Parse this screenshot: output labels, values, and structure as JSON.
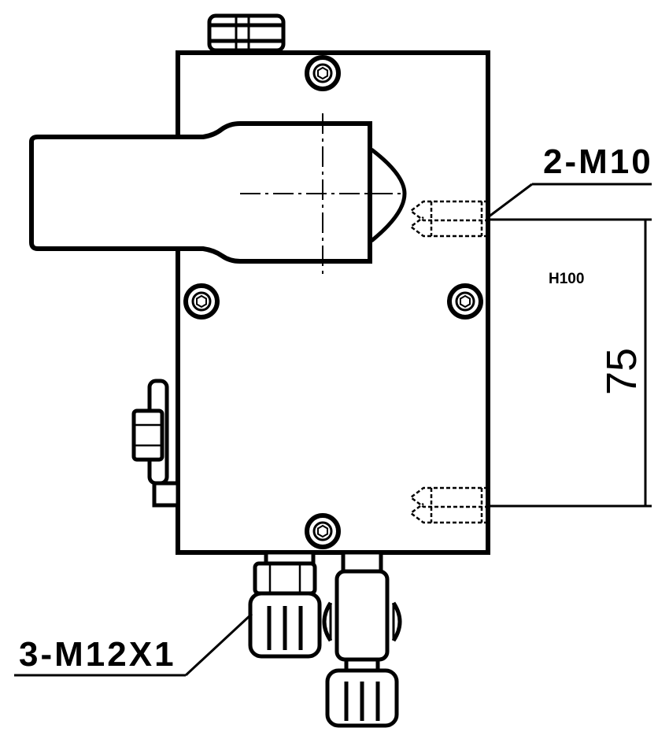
{
  "labels": {
    "thread_top": "2-M10",
    "thread_bottom": "3-M12X1",
    "model": "H100",
    "dimension": "75"
  },
  "colors": {
    "line": "#000000",
    "background": "#ffffff"
  }
}
